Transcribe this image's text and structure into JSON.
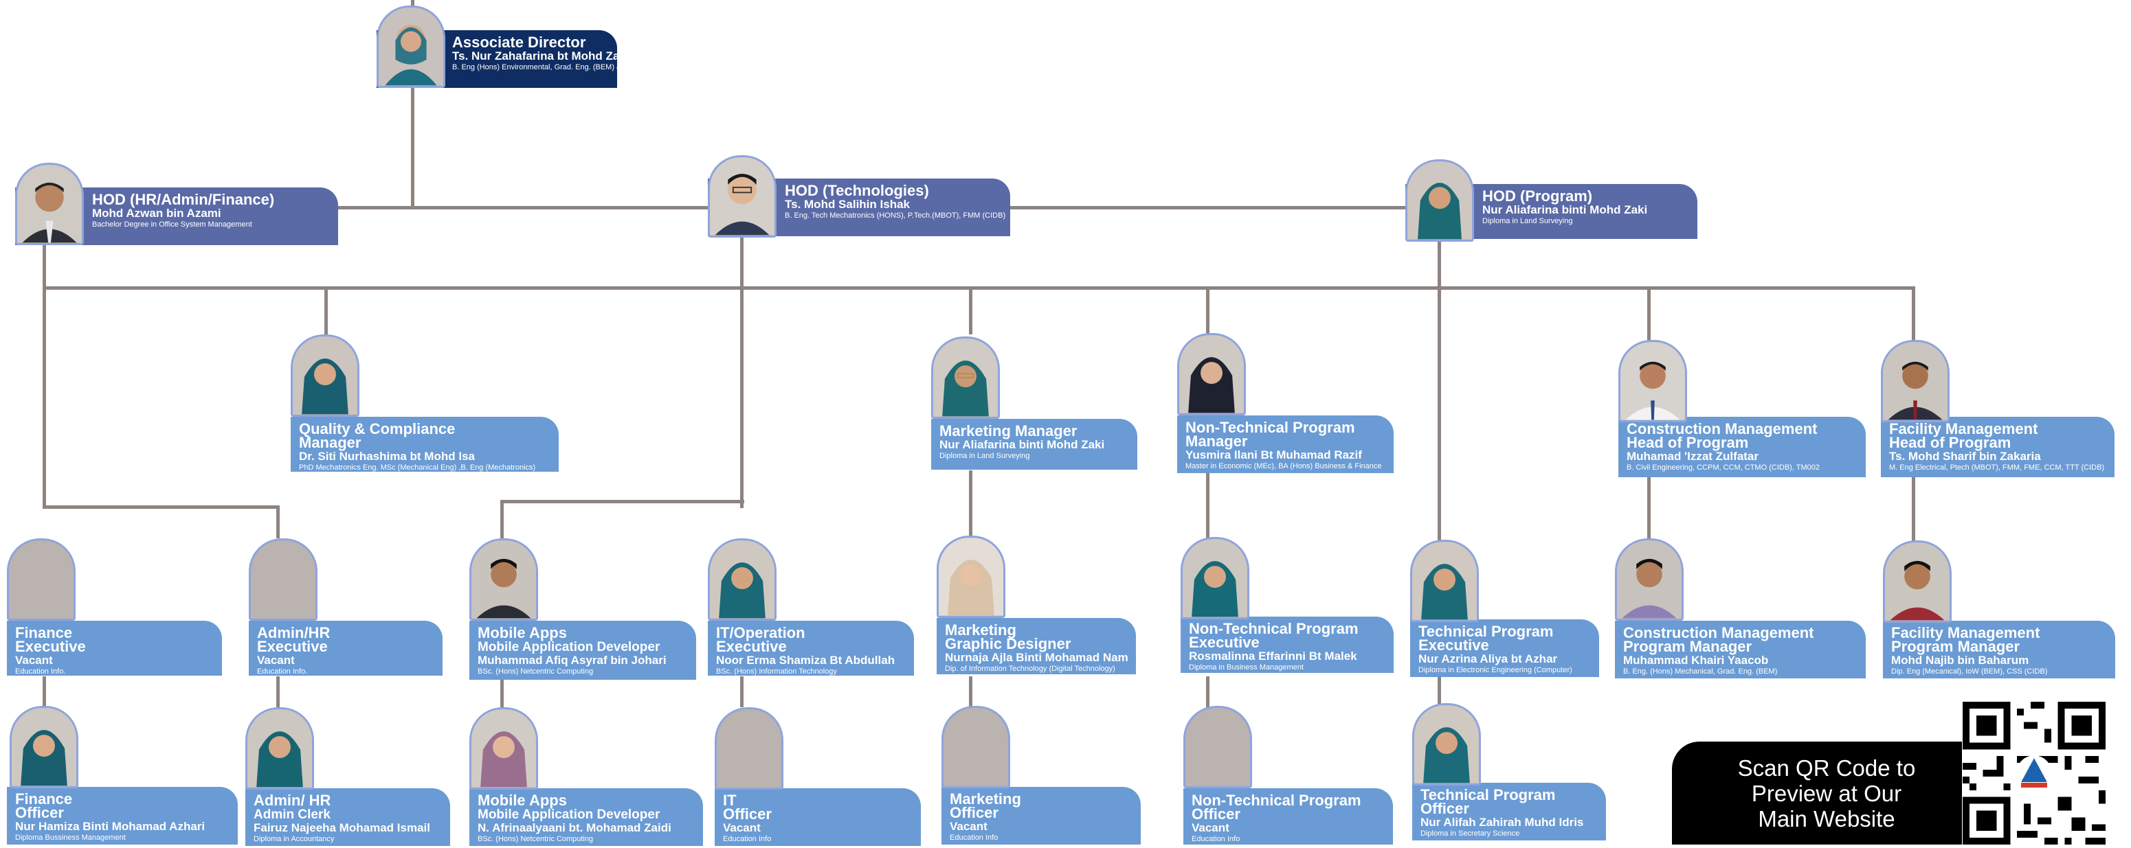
{
  "colors": {
    "line": "#8d8480",
    "box_blue": "#6a9bd4",
    "box_navy": "#5a6aa6",
    "box_dark": "#0f2d63",
    "photo_border": "#8fa4dc"
  },
  "director": {
    "title": "Associate Director",
    "name": "Ts. Nur Zahafarina bt Mohd Zaki",
    "qual": "B. Eng (Hons) Environmental, Grad. Eng. (BEM) & P.Tech (MBOT)"
  },
  "hods": [
    {
      "title": "HOD (HR/Admin/Finance)",
      "name": "Mohd Azwan bin Azami",
      "qual": "Bachelor Degree in Office System Management"
    },
    {
      "title": "HOD (Technologies)",
      "name": "Ts. Mohd Salihin Ishak",
      "qual": "B. Eng. Tech Mechatronics (HONS), P.Tech.(MBOT), FMM (CIDB)"
    },
    {
      "title": "HOD (Program)",
      "name": "Nur Aliafarina binti Mohd Zaki",
      "qual": "Diploma in Land Surveying"
    }
  ],
  "managers": [
    {
      "title1": "Quality & Compliance",
      "title2": "Manager",
      "name": "Dr. Siti Nurhashima bt Mohd Isa",
      "qual": "PhD Mechatronics Eng. MSc (Mechanical Eng) ,B. Eng (Mechatronics)"
    },
    {
      "title1": "Marketing Manager",
      "title2": "",
      "name": "Nur Aliafarina binti Mohd Zaki",
      "qual": "Diploma in Land Surveying"
    },
    {
      "title1": "Non-Technical Program",
      "title2": "Manager",
      "name": "Yusmira Ilani Bt Muhamad Razif",
      "qual": "Master in Economic (MEc), BA (Hons) Business & Finance"
    },
    {
      "title1": "Construction Management",
      "title2": "Head of Program",
      "name": "Muhamad 'Izzat Zulfatar",
      "qual": "B. Civil Engineering, CCPM, CCM, CTMO (CIDB), TM002"
    },
    {
      "title1": "Facility Management",
      "title2": "Head of Program",
      "name": "Ts. Mohd Sharif bin Zakaria",
      "qual": "M. Eng Electrical, Ptech (MBOT), FMM, FME, CCM, TTT (CIDB)"
    }
  ],
  "executives": [
    {
      "title1": "Finance",
      "title2": "Executive",
      "name": "Vacant",
      "qual": "Education Info."
    },
    {
      "title1": "Admin/HR",
      "title2": "Executive",
      "name": "Vacant",
      "qual": "Education Info."
    },
    {
      "title1": "Mobile Apps",
      "title2": "Mobile Application Developer",
      "name": "Muhammad Afiq Asyraf bin Johari",
      "qual": "BSc. (Hons) Netcentric Computing"
    },
    {
      "title1": "IT/Operation",
      "title2": "Executive",
      "name": "Noor Erma Shamiza Bt Abdullah",
      "qual": "BSc. (Hons) Information Technology"
    },
    {
      "title1": "Marketing",
      "title2": "Graphic Designer",
      "name": "Nurnaja Ajla Binti Mohamad Nam",
      "qual": "Dip. of Information Technology (Digital Technology)"
    },
    {
      "title1": "Non-Technical Program",
      "title2": "Executive",
      "name": "Rosmalinna Effarinni Bt Malek",
      "qual": "Diploma in Business Management"
    },
    {
      "title1": "Technical Program",
      "title2": "Executive",
      "name": "Nur Azrina Aliya bt Azhar",
      "qual": "Diploma in Electronic Engineering (Computer)"
    },
    {
      "title1": "Construction Management",
      "title2": "Program Manager",
      "name": "Muhammad Khairi Yaacob",
      "qual": "B. Eng. (Hons) Mechanical, Grad. Eng. (BEM)"
    },
    {
      "title1": "Facility Management",
      "title2": "Program Manager",
      "name": "Mohd Najib bin Baharum",
      "qual": "Dip. Eng (Mecanical), IoW (BEM), CSS (CIDB)"
    }
  ],
  "officers": [
    {
      "title1": "Finance",
      "title2": "Officer",
      "name": "Nur Hamiza Binti Mohamad Azhari",
      "qual": "Diploma Bussiness Management"
    },
    {
      "title1": "Admin/ HR",
      "title2": "Admin Clerk",
      "name": "Fairuz Najeeha Mohamad Ismail",
      "qual": "Diploma in Accountancy"
    },
    {
      "title1": "Mobile Apps",
      "title2": "Mobile Application Developer",
      "name": "N. Afrinaalyaani bt. Mohamad Zaidi",
      "qual": "BSc. (Hons) Netcentric Computing"
    },
    {
      "title1": "IT",
      "title2": "Officer",
      "name": "Vacant",
      "qual": "Education Info"
    },
    {
      "title1": "Marketing",
      "title2": "Officer",
      "name": "Vacant",
      "qual": "Education Info"
    },
    {
      "title1": "Non-Technical Program",
      "title2": "Officer",
      "name": "Vacant",
      "qual": "Education Info"
    },
    {
      "title1": "Technical Program",
      "title2": "Officer",
      "name": "Nur Alifah Zahirah Muhd Idris",
      "qual": "Diploma in Secretary Science"
    }
  ],
  "qr_banner": {
    "line1": "Scan QR Code to",
    "line2": "Preview at Our",
    "line3": "Main Website"
  }
}
